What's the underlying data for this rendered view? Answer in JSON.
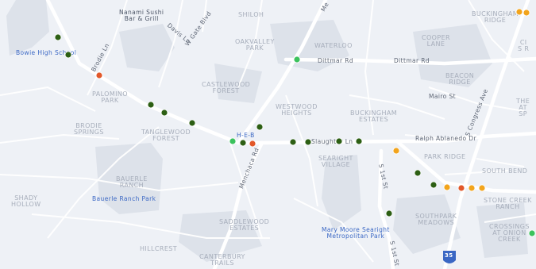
{
  "colors": {
    "background": "#eef1f6",
    "road": "#ffffff",
    "route": "#ffffff",
    "block": "#dde2ea",
    "green_bright": "#3cc25d",
    "green_dark": "#2d5f14",
    "orange": "#e2582a",
    "yellow": "#f2a41c"
  },
  "labels": {
    "shiloh": "SHILOH",
    "oakvalley": "OAKVALLEY\nPARK",
    "waterloo": "WATERLOO",
    "cooper_lane": "COOPER\nLANE",
    "buckingham_ridge": "BUCKINGHAM\nRIDGE",
    "beacon_ridge": "BEACON\nRIDGE",
    "castlewood": "CASTLEWOOD\nFOREST",
    "palomino": "PALOMINO\nPARK",
    "brodie_springs": "BRODIE\nSPRINGS",
    "tanglewood": "TANGLEWOOD\nFOREST",
    "westwood": "WESTWOOD\nHEIGHTS",
    "buckingham_estates": "BUCKINGHAM\nESTATES",
    "park_ridge": "PARK RIDGE",
    "south_bend": "SOUTH BEND",
    "searight": "SEARIGHT\nVILLAGE",
    "bauerle_ranch": "BAUERLE\nRANCH",
    "shady_hollow": "SHADY\nHOLLOW",
    "saddlewood": "SADDLEWOOD\nESTATES",
    "hillcrest": "HILLCREST",
    "canterbury": "CANTERBURY\nTRAILS",
    "southpark": "SOUTHPARK\nMEADOWS",
    "stone_creek": "STONE CREEK\nRANCH",
    "crossings": "CROSSINGS\nAT ONION\nCREEK",
    "the_at": "THE\nAT\nSP",
    "ci": "CI\nS R",
    "bowie": "Bowie High School",
    "nanami": "Nanami Sushi\nBar & Grill",
    "bauerle_park": "Bauerle Ranch Park",
    "mary_moore": "Mary Moore Searight\nMetropolitan Park",
    "heb": "H-E-B",
    "dittmar1": "Dittmar Rd",
    "dittmar2": "Dittmar Rd",
    "mairo": "Mairo St",
    "ralph": "Ralph Ablanedo Dr",
    "slaughter": "Slaughter Ln",
    "congress": "S Congress Ave",
    "first_st": "S 1st St",
    "first_st2": "S 1st St",
    "brodie_ln": "Brodie Ln",
    "davis_ln": "Davis Ln",
    "gate_blvd": "W Gate Blvd",
    "menchaca": "Menchaca Rd",
    "me": "Me",
    "shield": "35"
  },
  "markers": [
    {
      "status": "green_dark"
    },
    {
      "status": "green_dark"
    },
    {
      "status": "orange"
    },
    {
      "status": "green_dark"
    },
    {
      "status": "green_dark"
    },
    {
      "status": "green_dark"
    },
    {
      "status": "green_dark"
    },
    {
      "status": "green_bright"
    },
    {
      "status": "green_dark"
    },
    {
      "status": "orange"
    },
    {
      "status": "green_dark"
    },
    {
      "status": "green_dark"
    },
    {
      "status": "green_dark"
    },
    {
      "status": "green_dark"
    },
    {
      "status": "green_bright"
    },
    {
      "status": "yellow"
    },
    {
      "status": "green_dark"
    },
    {
      "status": "green_dark"
    },
    {
      "status": "yellow"
    },
    {
      "status": "orange"
    },
    {
      "status": "yellow"
    },
    {
      "status": "yellow"
    },
    {
      "status": "green_dark"
    },
    {
      "status": "yellow"
    },
    {
      "status": "yellow"
    },
    {
      "status": "green_bright"
    }
  ]
}
